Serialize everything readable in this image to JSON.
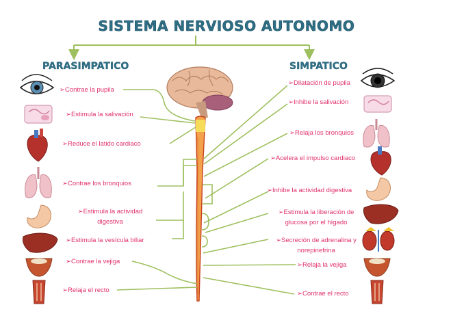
{
  "title": "SISTEMA NERVIOSO AUTONOMO",
  "parasimpatico": {
    "title": "PARASIMPATICO",
    "items": [
      {
        "text": "Contrae la pupila",
        "icon": "eye-icon"
      },
      {
        "text": "Estimula la salivación",
        "icon": "salivary-gland-icon"
      },
      {
        "text": "Reduce el latido cardiaco",
        "icon": "heart-icon"
      },
      {
        "text": "Contrae los bronquios",
        "icon": "lungs-icon"
      },
      {
        "text": "Estimula la actividad digestiva",
        "icon": "stomach-icon"
      },
      {
        "text": "Estimula la vesícula biliar",
        "icon": "liver-icon"
      },
      {
        "text": "Contrae la  vejiga",
        "icon": "bladder-icon"
      },
      {
        "text": "Relaja el recto",
        "icon": "rectum-icon"
      }
    ]
  },
  "simpatico": {
    "title": "SIMPATICO",
    "items": [
      {
        "text": "Dilatación de pupila",
        "icon": "eye-icon"
      },
      {
        "text": "Inhibe la salivación",
        "icon": "salivary-gland-icon"
      },
      {
        "text": "Relaja los bronquios",
        "icon": "lungs-icon"
      },
      {
        "text": "Acelera el impulso cardiaco",
        "icon": "heart-icon"
      },
      {
        "text": "Inhibe la actividad digestiva",
        "icon": "stomach-icon"
      },
      {
        "text": "Estimula la liberación de glucosa por el hígado",
        "icon": "liver-icon"
      },
      {
        "text": "Secreción de adrenalina y norepinefrina",
        "icon": "kidneys-adrenal-icon"
      },
      {
        "text": "Relaja la vejiga",
        "icon": "bladder-icon"
      },
      {
        "text": "Contrae el recto",
        "icon": "rectum-icon"
      }
    ]
  },
  "colors": {
    "title": "#2e6f86",
    "label": "#e0316e",
    "connector": "#9ebf5e"
  }
}
